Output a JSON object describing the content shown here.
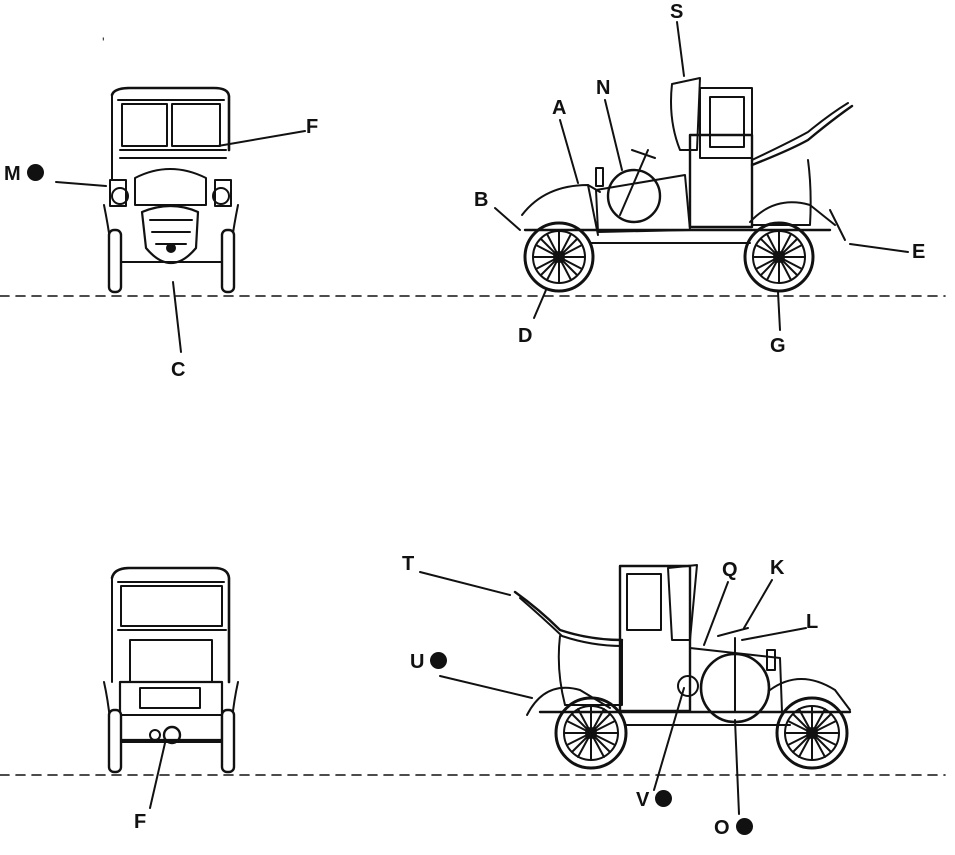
{
  "labels": {
    "S": "S",
    "N": "N",
    "A": "A",
    "B": "B",
    "D": "D",
    "G": "G",
    "E": "E",
    "F_top": "F",
    "M": "M",
    "C": "C",
    "T": "T",
    "Q": "Q",
    "K": "K",
    "L": "L",
    "U": "U",
    "V": "V",
    "O": "O",
    "F_bottom": "F"
  },
  "stray_mark": "'",
  "dot_labels": [
    "M",
    "U",
    "V",
    "O"
  ],
  "colors": {
    "ink": "#111111",
    "paper": "#ffffff"
  }
}
